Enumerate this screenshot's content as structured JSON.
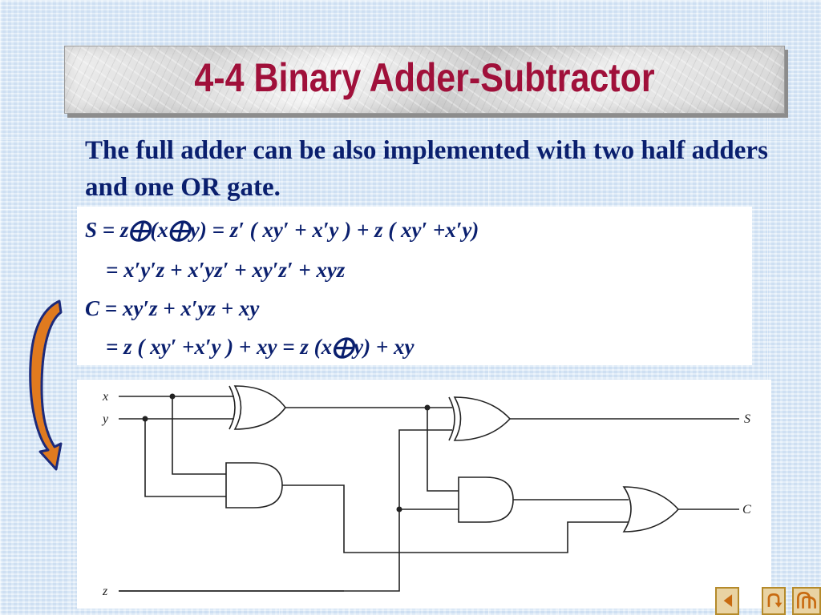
{
  "slide": {
    "title": "4-4  Binary Adder-Subtractor",
    "intro": "The full adder can be also implemented with two half adders and one OR gate."
  },
  "equations": [
    "S = z⨁(x⨁y) = z′ ( xy′ + x′y ) + z ( xy′ +x′y)",
    "= x′y′z + x′yz′ + xy′z′ + xyz",
    "C = xy′z + x′yz + xy",
    "= z ( xy′ +x′y ) + xy = z (x⨁y) + xy"
  ],
  "circuit": {
    "inputs": [
      "x",
      "y",
      "z"
    ],
    "outputs": [
      "S",
      "C"
    ],
    "gates": [
      "xor",
      "and",
      "xor",
      "and",
      "or"
    ]
  },
  "colors": {
    "title": "#a0103a",
    "text": "#0a1f6e",
    "arrow_fill": "#e07a1f",
    "arrow_stroke": "#1c2a7a"
  },
  "icons": [
    "curved-arrow-icon",
    "nav-prev-icon",
    "nav-return-icon",
    "nav-home-icon"
  ]
}
